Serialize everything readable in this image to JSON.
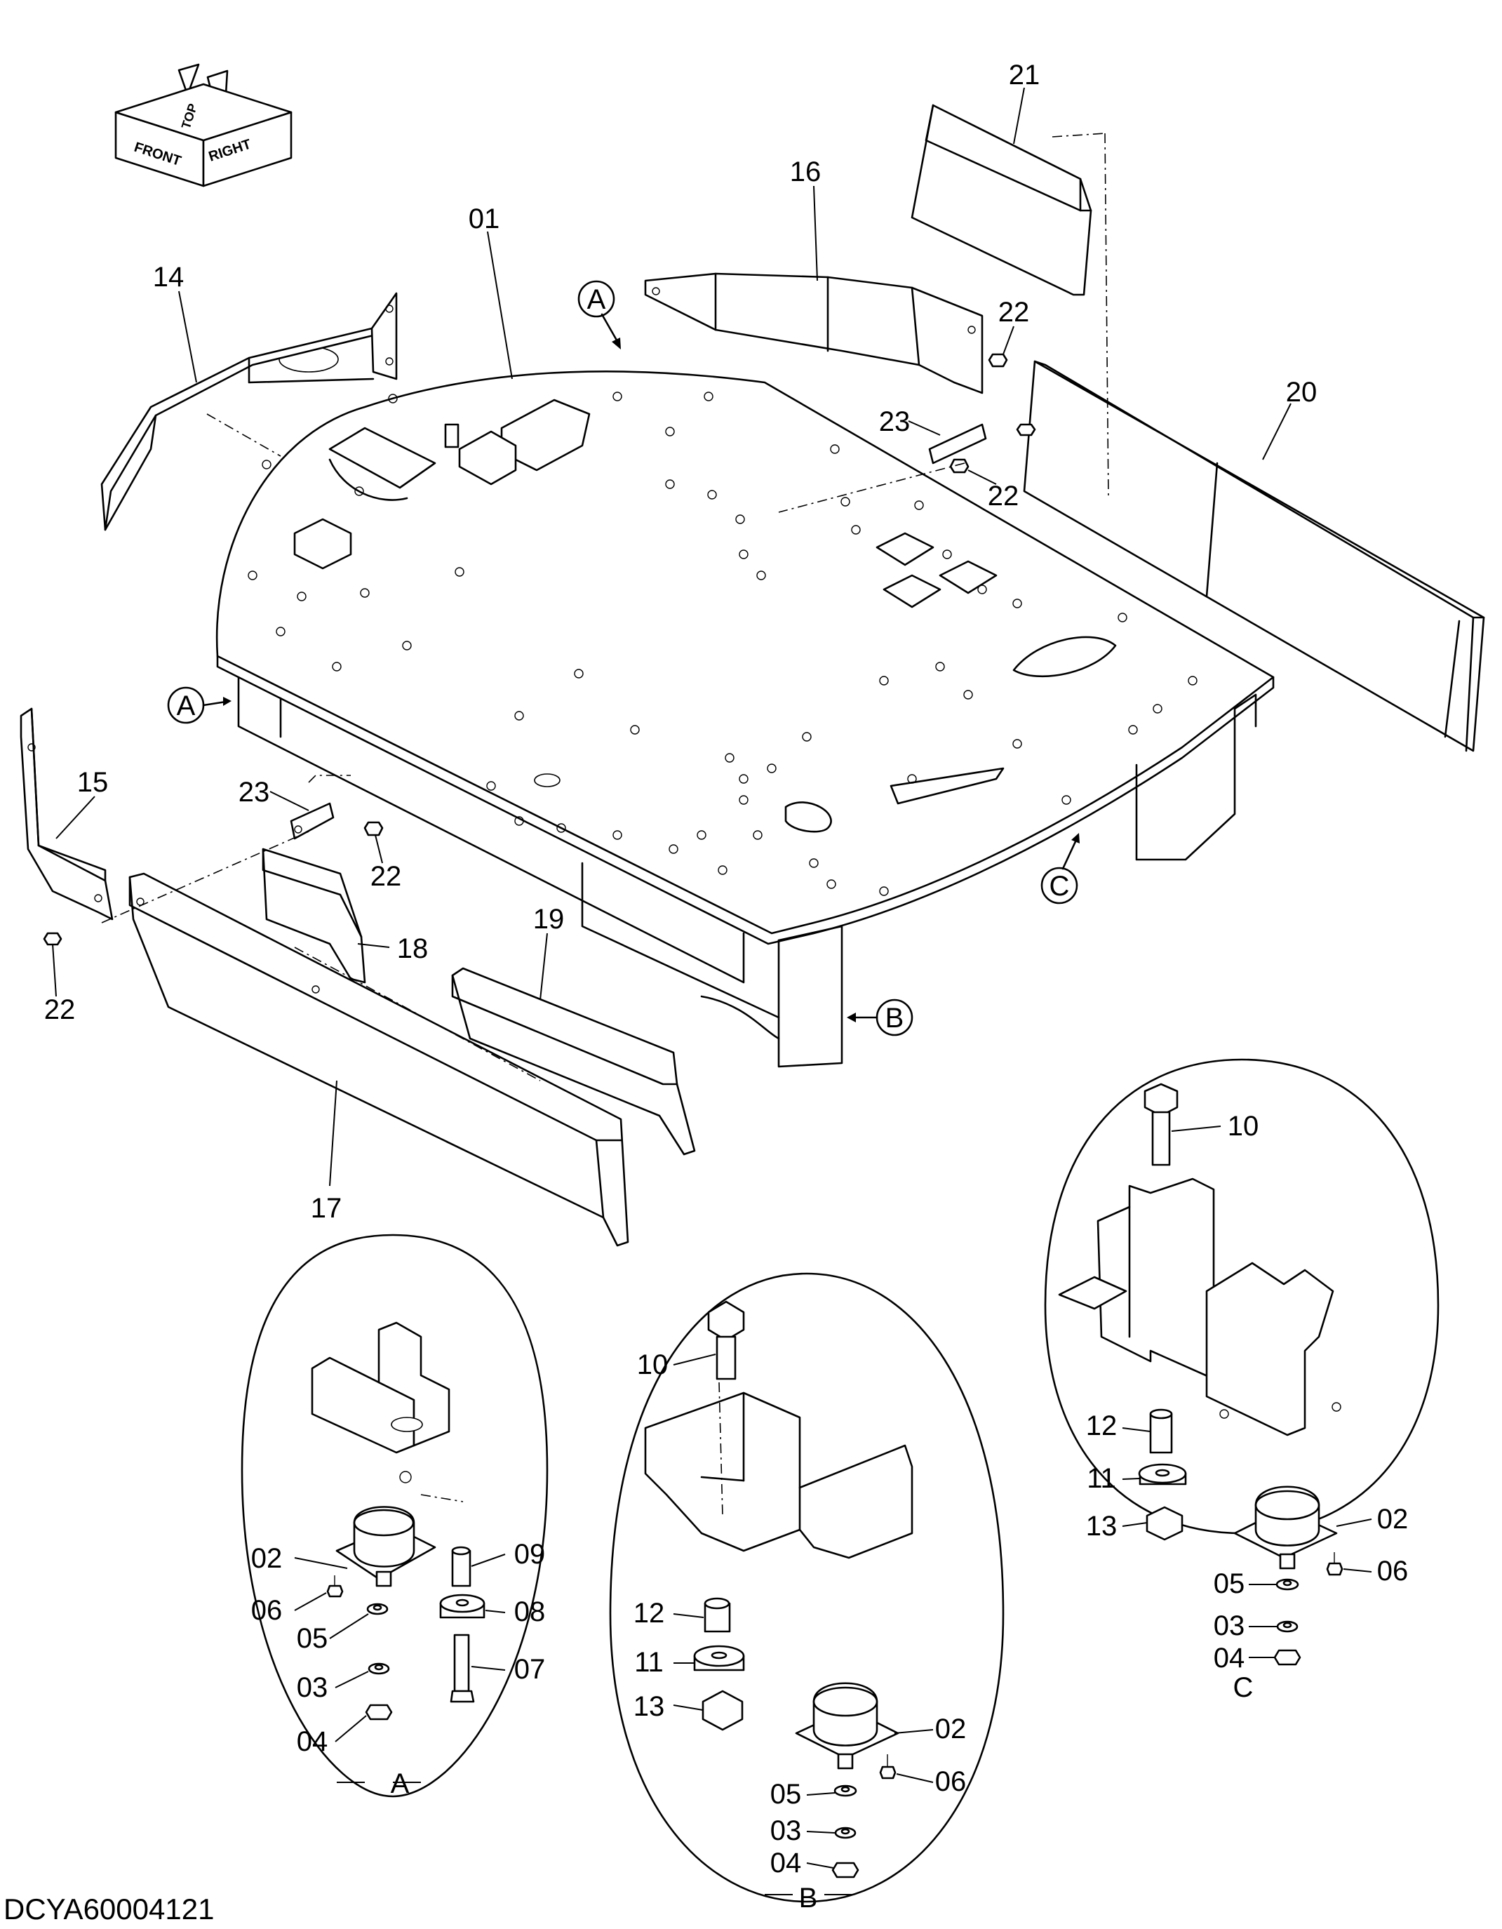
{
  "orientation": {
    "front": "FRONT",
    "top": "TOP",
    "right": "RIGHT"
  },
  "views": {
    "a": "A",
    "b": "B",
    "c": "C"
  },
  "parts": {
    "p01": "01",
    "p02": "02",
    "p03": "03",
    "p04": "04",
    "p05": "05",
    "p06": "06",
    "p07": "07",
    "p08": "08",
    "p09": "09",
    "p10": "10",
    "p11": "11",
    "p12": "12",
    "p13": "13",
    "p14": "14",
    "p15": "15",
    "p16": "16",
    "p17": "17",
    "p18": "18",
    "p19": "19",
    "p20": "20",
    "p21": "21",
    "p22": "22",
    "p23": "23"
  },
  "drawing_code": "DCYA60004121"
}
